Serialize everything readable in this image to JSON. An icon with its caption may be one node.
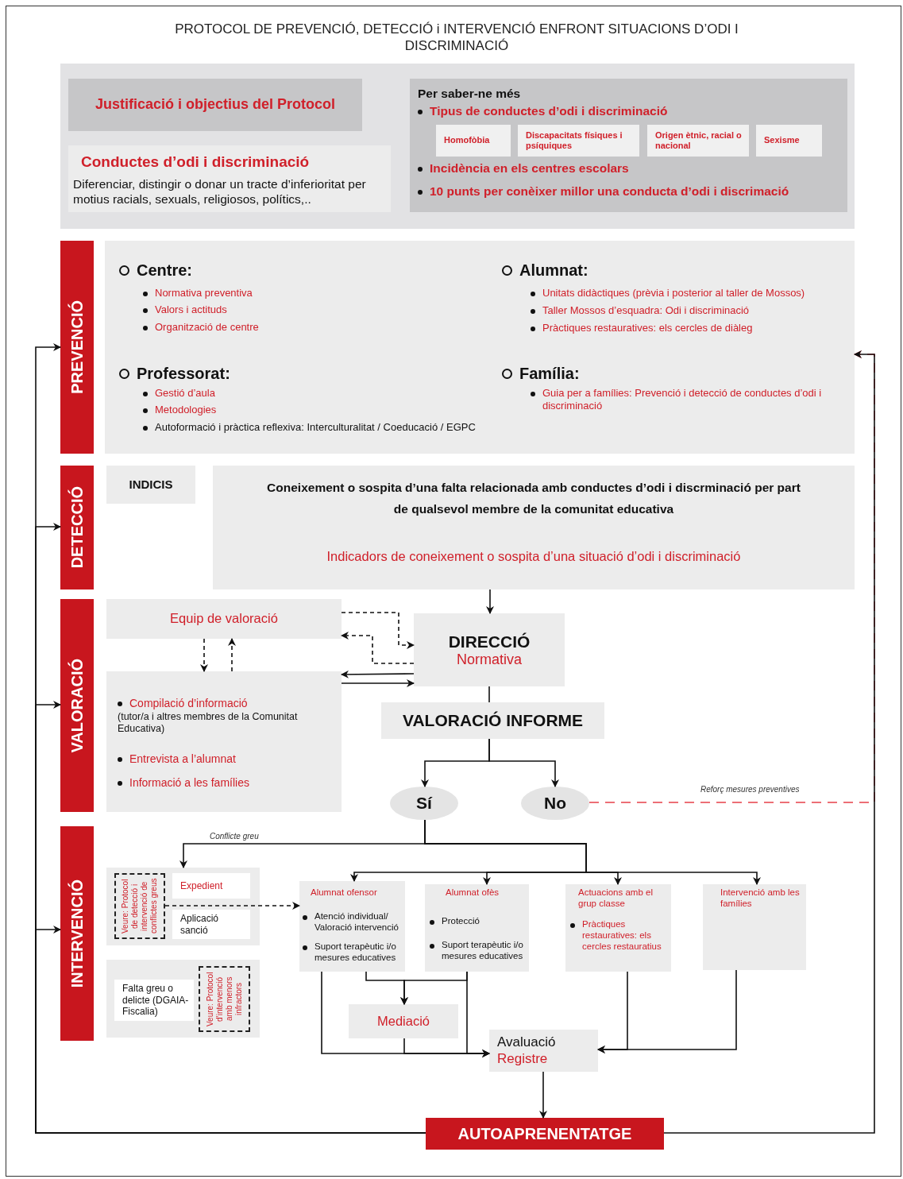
{
  "diagram": {
    "title": "PROTOCOL DE PREVENCIÓ, DETECCIÓ i INTERVENCIÓ ENFRONT SITUACIONS D’ODI I DISCRIMINACIÓ",
    "nodes": [
      {
        "text": [],
        "shape": "box"
      },
      {
        "text": [
          "Justificació i objectius del Protocol"
        ],
        "in": 0
      },
      {
        "text": [
          "Conductes d’odi i discriminació",
          "Diferenciar, distingir o donar un tracte d’inferioritat per motius racials, sexuals, religiosos, polítics,.."
        ],
        "in": 0
      },
      {
        "text": [
          "Per saber-ne més",
          "Tipus de conductes d’odi i discriminació",
          "Incidència en els centres escolars",
          "10 punts per conèixer millor una conducta d’odi i discrimació"
        ],
        "in": 0
      },
      {
        "text": [
          "Homofòbia"
        ],
        "in": 3
      },
      {
        "text": [
          "Discapacitats físiques i psíquiques"
        ],
        "in": 3
      },
      {
        "text": [
          "Origen ètnic, racial o nacional"
        ],
        "in": 3
      },
      {
        "text": [
          "Sexisme"
        ],
        "in": 3
      },
      {
        "text": [
          "PREVENCIÓ"
        ]
      },
      {
        "text": [
          "Centre:",
          "Normativa preventiva",
          "Valors i actituds",
          "Organització de centre",
          "Alumnat:",
          "Unitats didàctiques (prèvia i posterior al taller de Mossos)",
          "Taller Mossos d’esquadra: Odi i discriminació",
          "Pràctiques restauratives: els cercles de diàleg",
          "Professorat:",
          "Gestió d’aula",
          "Metodologies",
          "Autoformació i pràctica reflexiva: Interculturalitat / Coeducació / EGPC",
          "Família:",
          "Guia per a famílies: Prevenció i detecció de conductes d’odi i discriminació"
        ]
      },
      {
        "text": [
          "DETECCIÓ"
        ]
      },
      {
        "text": [
          "INDICIS"
        ]
      },
      {
        "text": [
          "Coneixement o sospita d’una falta relacionada amb conductes d’odi i discrminació per part de qualsevol membre de la comunitat educativa"
        ]
      },
      {
        "text": [
          "Indicadors de coneixement o sospita d’una situació d’odi i discriminació"
        ],
        "in": 12
      },
      {
        "text": [
          "VALORACIÓ"
        ]
      },
      {
        "text": [
          "Equip de valoració"
        ]
      },
      {
        "text": [
          "Compilació d’informació",
          "(tutor/a i altres membres de la Comunitat Educativa)",
          "Entrevista a l’alumnat",
          "Informació a les famílies"
        ]
      },
      {
        "text": [
          "DIRECCIÓ",
          "Normativa"
        ]
      },
      {
        "text": [
          "VALORACIÓ INFORME"
        ]
      },
      {
        "text": [
          "Sí"
        ]
      },
      {
        "text": [
          "No"
        ]
      },
      {
        "text": [
          "INTERVENCIÓ"
        ]
      },
      {
        "text": [],
        "shape": "box"
      },
      {
        "text": [
          "Veure: Protocol de detecció i intervenció de conflictes greus"
        ],
        "in": 22
      },
      {
        "text": [
          "Expedient"
        ],
        "in": 22
      },
      {
        "text": [
          "Aplicació sanció"
        ],
        "in": 22
      },
      {
        "text": [],
        "shape": "box"
      },
      {
        "text": [
          "Falta greu o delicte (DGAIA-Fiscalia)"
        ],
        "in": 26
      },
      {
        "text": [
          "Veure: Protocol d’intervenció amb menors infractors"
        ],
        "in": 26
      },
      {
        "text": [
          "Alumnat ofensor",
          "Atenció individual/ Valoració intervenció",
          "Suport terapèutic i/o mesures educatives"
        ]
      },
      {
        "text": [
          "Alumnat ofès",
          "Protecció",
          "Suport terapèutic i/o mesures educatives"
        ]
      },
      {
        "text": [
          "Actuacions amb el grup classe",
          "Pràctiques restauratives: els cercles restauratius"
        ]
      },
      {
        "text": [
          "Intervenció amb les famílies"
        ]
      },
      {
        "text": [
          "Mediació"
        ]
      },
      {
        "text": [
          "Avaluació",
          "Registre"
        ]
      },
      {
        "text": [
          "AUTOAPRENENTATGE"
        ]
      }
    ],
    "edges": [
      {
        "from": 12,
        "to": 17,
        "arrow": "to"
      },
      {
        "from": 15,
        "to": 16,
        "arrow": "to",
        "style": "dashed"
      },
      {
        "from": 16,
        "to": 15,
        "arrow": "to",
        "style": "dashed"
      },
      {
        "from": 15,
        "to": 17,
        "arrow": "to",
        "style": "dashed"
      },
      {
        "from": 17,
        "to": 15,
        "arrow": "to",
        "style": "dashed"
      },
      {
        "from": 17,
        "to": 16,
        "arrow": "to"
      },
      {
        "from": 16,
        "to": 17,
        "arrow": "to"
      },
      {
        "from": 17,
        "to": 18,
        "arrow": "none"
      },
      {
        "from": 18,
        "to": 19,
        "arrow": "to"
      },
      {
        "from": 18,
        "to": 20,
        "arrow": "to"
      },
      {
        "from": 20,
        "to": 9,
        "arrow": "to",
        "label": "Reforç mesures preventives",
        "style": "dashed",
        "color": "#e8404a"
      },
      {
        "from": 19,
        "to": 22,
        "arrow": "to",
        "label": "Conflicte greu"
      },
      {
        "from": 19,
        "to": 29,
        "arrow": "to"
      },
      {
        "from": 19,
        "to": 30,
        "arrow": "to"
      },
      {
        "from": 19,
        "to": 31,
        "arrow": "to"
      },
      {
        "from": 19,
        "to": 32,
        "arrow": "to"
      },
      {
        "from": 23,
        "to": 29,
        "arrow": "to",
        "style": "dashed"
      },
      {
        "from": 29,
        "to": 33,
        "arrow": "to"
      },
      {
        "from": 30,
        "to": 33,
        "arrow": "to"
      },
      {
        "from": 29,
        "to": 34,
        "arrow": "to"
      },
      {
        "from": 33,
        "to": 34,
        "arrow": "to"
      },
      {
        "from": 30,
        "to": 34,
        "arrow": "to"
      },
      {
        "from": 31,
        "to": 34,
        "arrow": "to"
      },
      {
        "from": 32,
        "to": 34,
        "arrow": "to"
      },
      {
        "from": 34,
        "to": 35,
        "arrow": "to"
      },
      {
        "from": 35,
        "to": 8,
        "arrow": "to"
      },
      {
        "from": 35,
        "to": 10,
        "arrow": "to"
      },
      {
        "from": 35,
        "to": 14,
        "arrow": "to"
      },
      {
        "from": 35,
        "to": 21,
        "arrow": "to"
      },
      {
        "from": 35,
        "to": 9,
        "arrow": "to"
      }
    ]
  }
}
